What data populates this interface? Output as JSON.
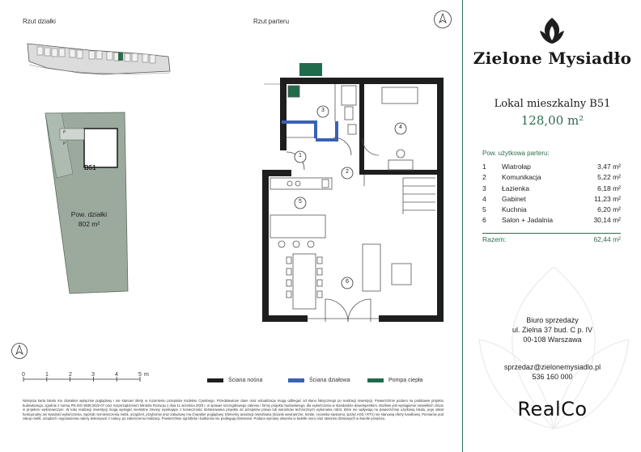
{
  "plot_section": {
    "title_plot": "Rzut działki",
    "title_floor": "Rzut parteru",
    "unit_label": "B51",
    "plot_area_label": "Pow. działki",
    "plot_area_value": "802 m²",
    "compass_icon": "north-arrow-icon"
  },
  "brand": {
    "name": "Zielone Mysiadło",
    "logo_icon": "leaf-logo-icon"
  },
  "unit": {
    "title": "Lokal mieszkalny  B51",
    "area": "128,00 m²"
  },
  "rooms": {
    "heading": "Pow. użytkowa parteru:",
    "items": [
      {
        "no": "1",
        "name": "Wiatrołap",
        "area": "3,47 m²"
      },
      {
        "no": "2",
        "name": "Komunikacja",
        "area": "5,22 m²"
      },
      {
        "no": "3",
        "name": "Łazienka",
        "area": "6,18 m²"
      },
      {
        "no": "4",
        "name": "Gabinet",
        "area": "11,23 m²"
      },
      {
        "no": "5",
        "name": "Kuchnia",
        "area": "6,20 m²"
      },
      {
        "no": "6",
        "name": "Salon + Jadalnia",
        "area": "30,14 m²"
      }
    ],
    "total_label": "Razem:",
    "total_value": "62,44 m²"
  },
  "office": {
    "line1": "Biuro sprzedaży",
    "line2": "ul. Zielna 37 bud. C p. IV",
    "line3": "00-108 Warszawa",
    "email": "sprzedaz@zielonemysiadlo.pl",
    "phone": "536 160 000"
  },
  "developer": {
    "name": "RealCo"
  },
  "scale": {
    "ticks": [
      "0",
      "1",
      "2",
      "3",
      "4",
      "5"
    ],
    "unit": "m"
  },
  "legend": [
    {
      "label": "Ściana nośna",
      "color": "#1e1e1e"
    },
    {
      "label": "Ściana działowa",
      "color": "#3a62b5"
    },
    {
      "label": "Pompa ciepła",
      "color": "#1f6b4c"
    }
  ],
  "room_numbers": [
    "1",
    "2",
    "3",
    "4",
    "5",
    "6"
  ],
  "disclaimer": "Niniejsza karta lokalu ma charakter wyłącznie poglądowy i nie stanowi oferty w rozumieniu przepisów Kodeksu Cywilnego. Przedstawione dane oraz wizualizacje mogą odbiegać od stanu faktycznego po realizacji inwestycji. Powierzchnie podano na podstawie projektu budowlanego, zgodnie z normą PN-ISO 9836:2022-07 oraz rozporządzeniem Ministra Rozwoju z dnia 11 września 2020 r. w sprawie szczegółowego zakresu i formy projektu budowlanego, dla wykończenia w standardzie deweloperskim. Możliwe jest wystąpienie niewielkich zmian w projekcie wykonawczym. W toku realizacji inwestycji mogą wystąpić nieistotne zmiany wynikające z konieczności dostosowania projektu do przepisów prawa lub warunków technicznych wykonania robót, które nie wpływają na powierzchnię użytkową lokalu, jego układ funkcjonalny ani standard wykończenia. Sposób rozmieszczenia mebli, urządzeń, przyborów oraz zabudowy ma charakter poglądowy. Elementy aranżacji mieszkania (ścianki wewnętrzne, meble, ceramika sanitarna, sprzęt AGD i RTV) nie stanowią oferty handlowej. Pomiarów pod zakup mebli, urządzeń i wyposażenia należy dokonywać z natury, po zakończeniu realizacji. Powierzchnie ogródków i balkonów nie podlegają obmiarowi. Podano wymiary otworów w świetle muru oraz otworów drzwiowych w świetle przejścia."
}
